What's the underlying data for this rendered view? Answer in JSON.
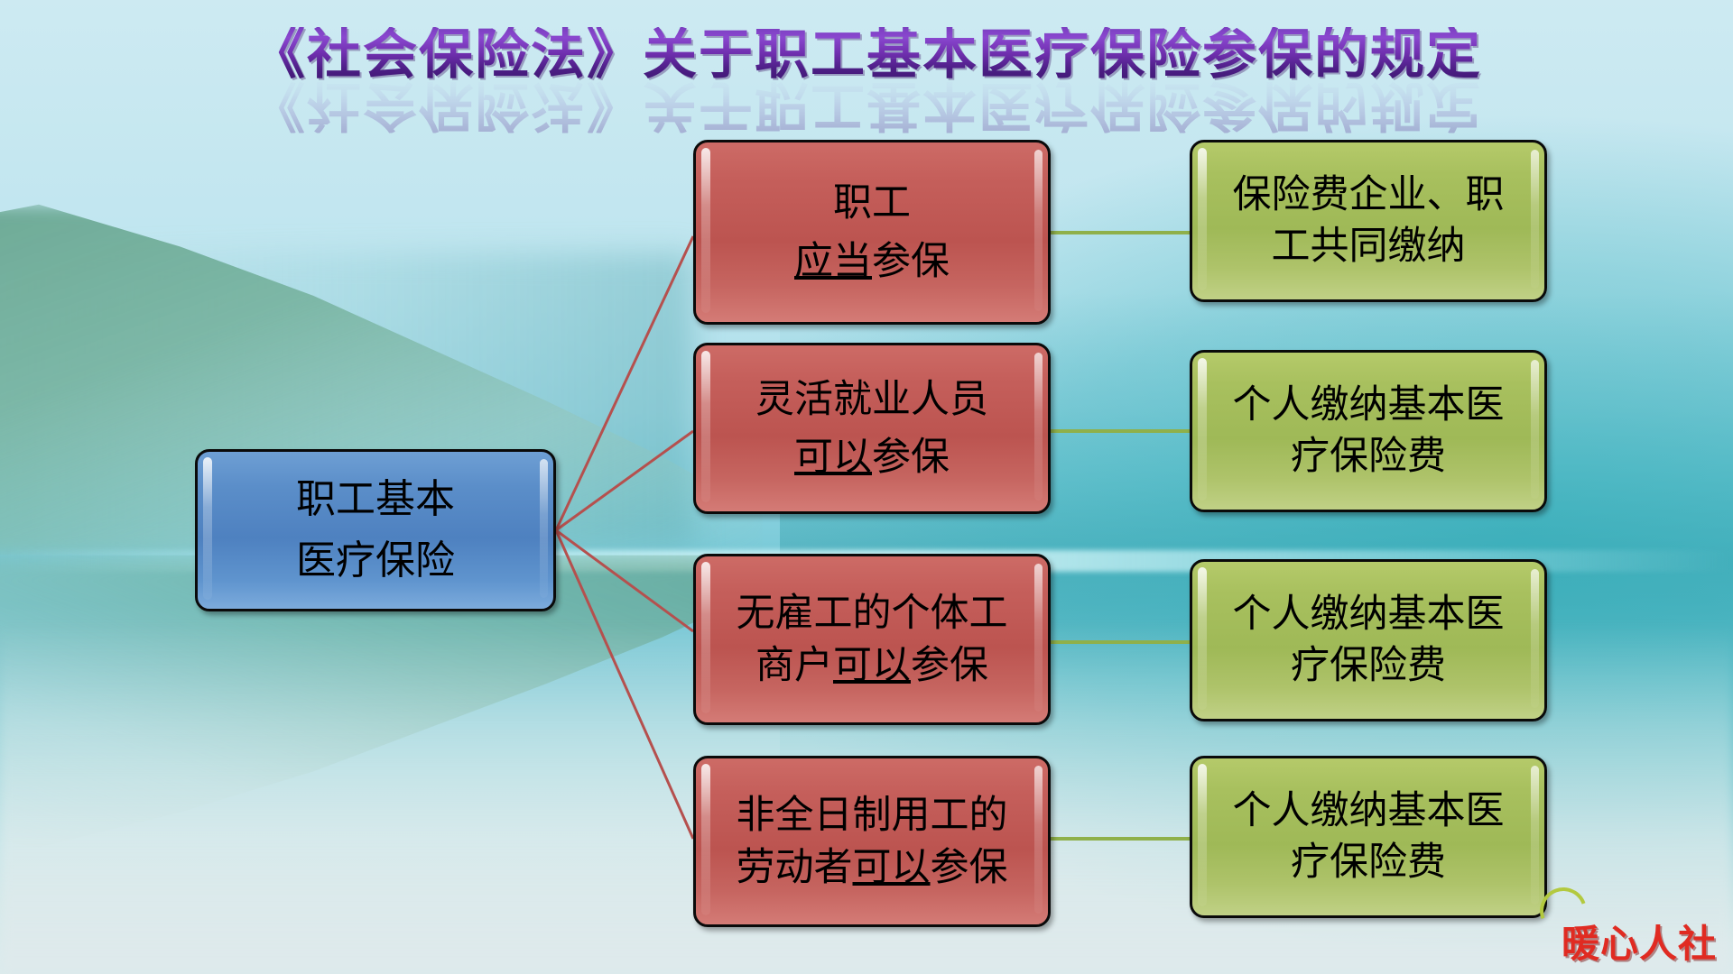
{
  "slide": {
    "title": "《社会保险法》关于职工基本医疗保险参保的规定",
    "background_description": "misty lake and mountain photograph, teal-cyan tones"
  },
  "colors": {
    "title_purple": "#6f2fae",
    "root_blue": "#4e81c0",
    "condition_red": "#bc5450",
    "result_green": "#9fb957",
    "connector_red": "#b5504e",
    "connector_green": "#8fb04a",
    "border_black": "#0a0a0a",
    "watermark_red": "#e02b22"
  },
  "root_node": {
    "line1": "职工基本",
    "line2": "医疗保险"
  },
  "branches": [
    {
      "condition": {
        "line1": "职工",
        "line2_pre": "",
        "line2_underlined": "应当",
        "line2_post": "参保"
      },
      "result": {
        "line1": "保险费企业、职",
        "line2": "工共同缴纳"
      }
    },
    {
      "condition": {
        "line1": "灵活就业人员",
        "line2_pre": "",
        "line2_underlined": "可以",
        "line2_post": "参保"
      },
      "result": {
        "line1": "个人缴纳基本医",
        "line2": "疗保险费"
      }
    },
    {
      "condition": {
        "line1": "无雇工的个体工",
        "line2_pre": "商户",
        "line2_underlined": "可以",
        "line2_post": "参保"
      },
      "result": {
        "line1": "个人缴纳基本医",
        "line2": "疗保险费"
      }
    },
    {
      "condition": {
        "line1": "非全日制用工的",
        "line2_pre": "劳动者",
        "line2_underlined": "可以",
        "line2_post": "参保"
      },
      "result": {
        "line1": "个人缴纳基本医",
        "line2": "疗保险费"
      }
    }
  ],
  "watermark": {
    "text": "暖心人社"
  }
}
